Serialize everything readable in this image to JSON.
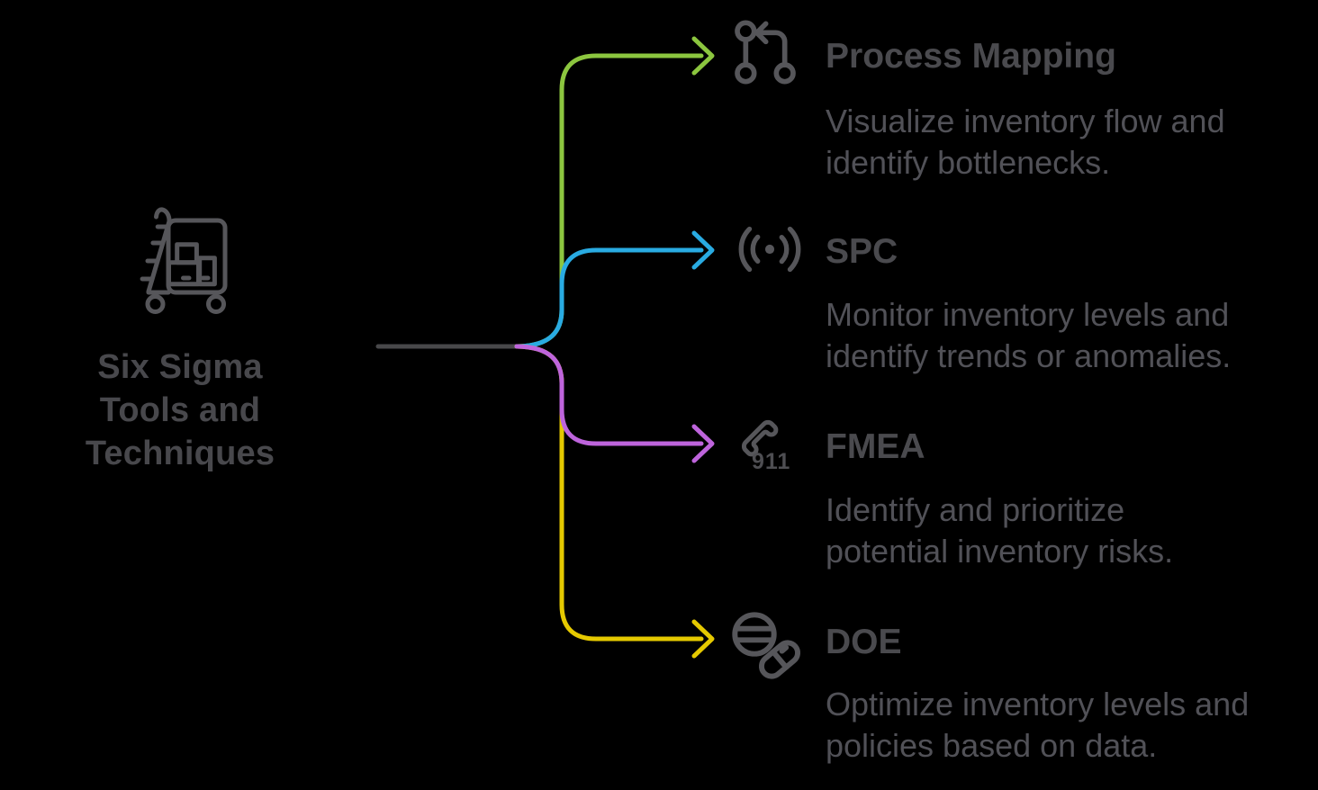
{
  "figure": {
    "background": "#000000"
  },
  "root": {
    "label": "Six Sigma\nTools and\nTechniques",
    "icon": "cart-with-boxes-icon"
  },
  "branches": [
    {
      "title": "Process Mapping",
      "description": "Visualize inventory flow and\nidentify bottlenecks.",
      "icon": "git-pull-request-icon",
      "color": "#8CC63F"
    },
    {
      "title": "SPC",
      "description": "Monitor inventory levels and\nidentify trends or anomalies.",
      "icon": "radio-signal-icon",
      "color": "#29ABE2"
    },
    {
      "title": "FMEA",
      "description": "Identify and prioritize\npotential inventory risks.",
      "icon": "emergency-call-911-icon",
      "icon_text": "911",
      "color": "#BE64DC"
    },
    {
      "title": "DOE",
      "description": "Optimize inventory levels and\npolicies based on data.",
      "icon": "pills-icon",
      "color": "#E5C900"
    }
  ],
  "colors": {
    "trunk": "#48484A",
    "icon": "#56565A",
    "title_text": "#4A4A4E",
    "body_text": "#515157",
    "green": "#8CC63F",
    "blue": "#29ABE2",
    "purple": "#BE64DC",
    "yellow": "#E5C900"
  }
}
